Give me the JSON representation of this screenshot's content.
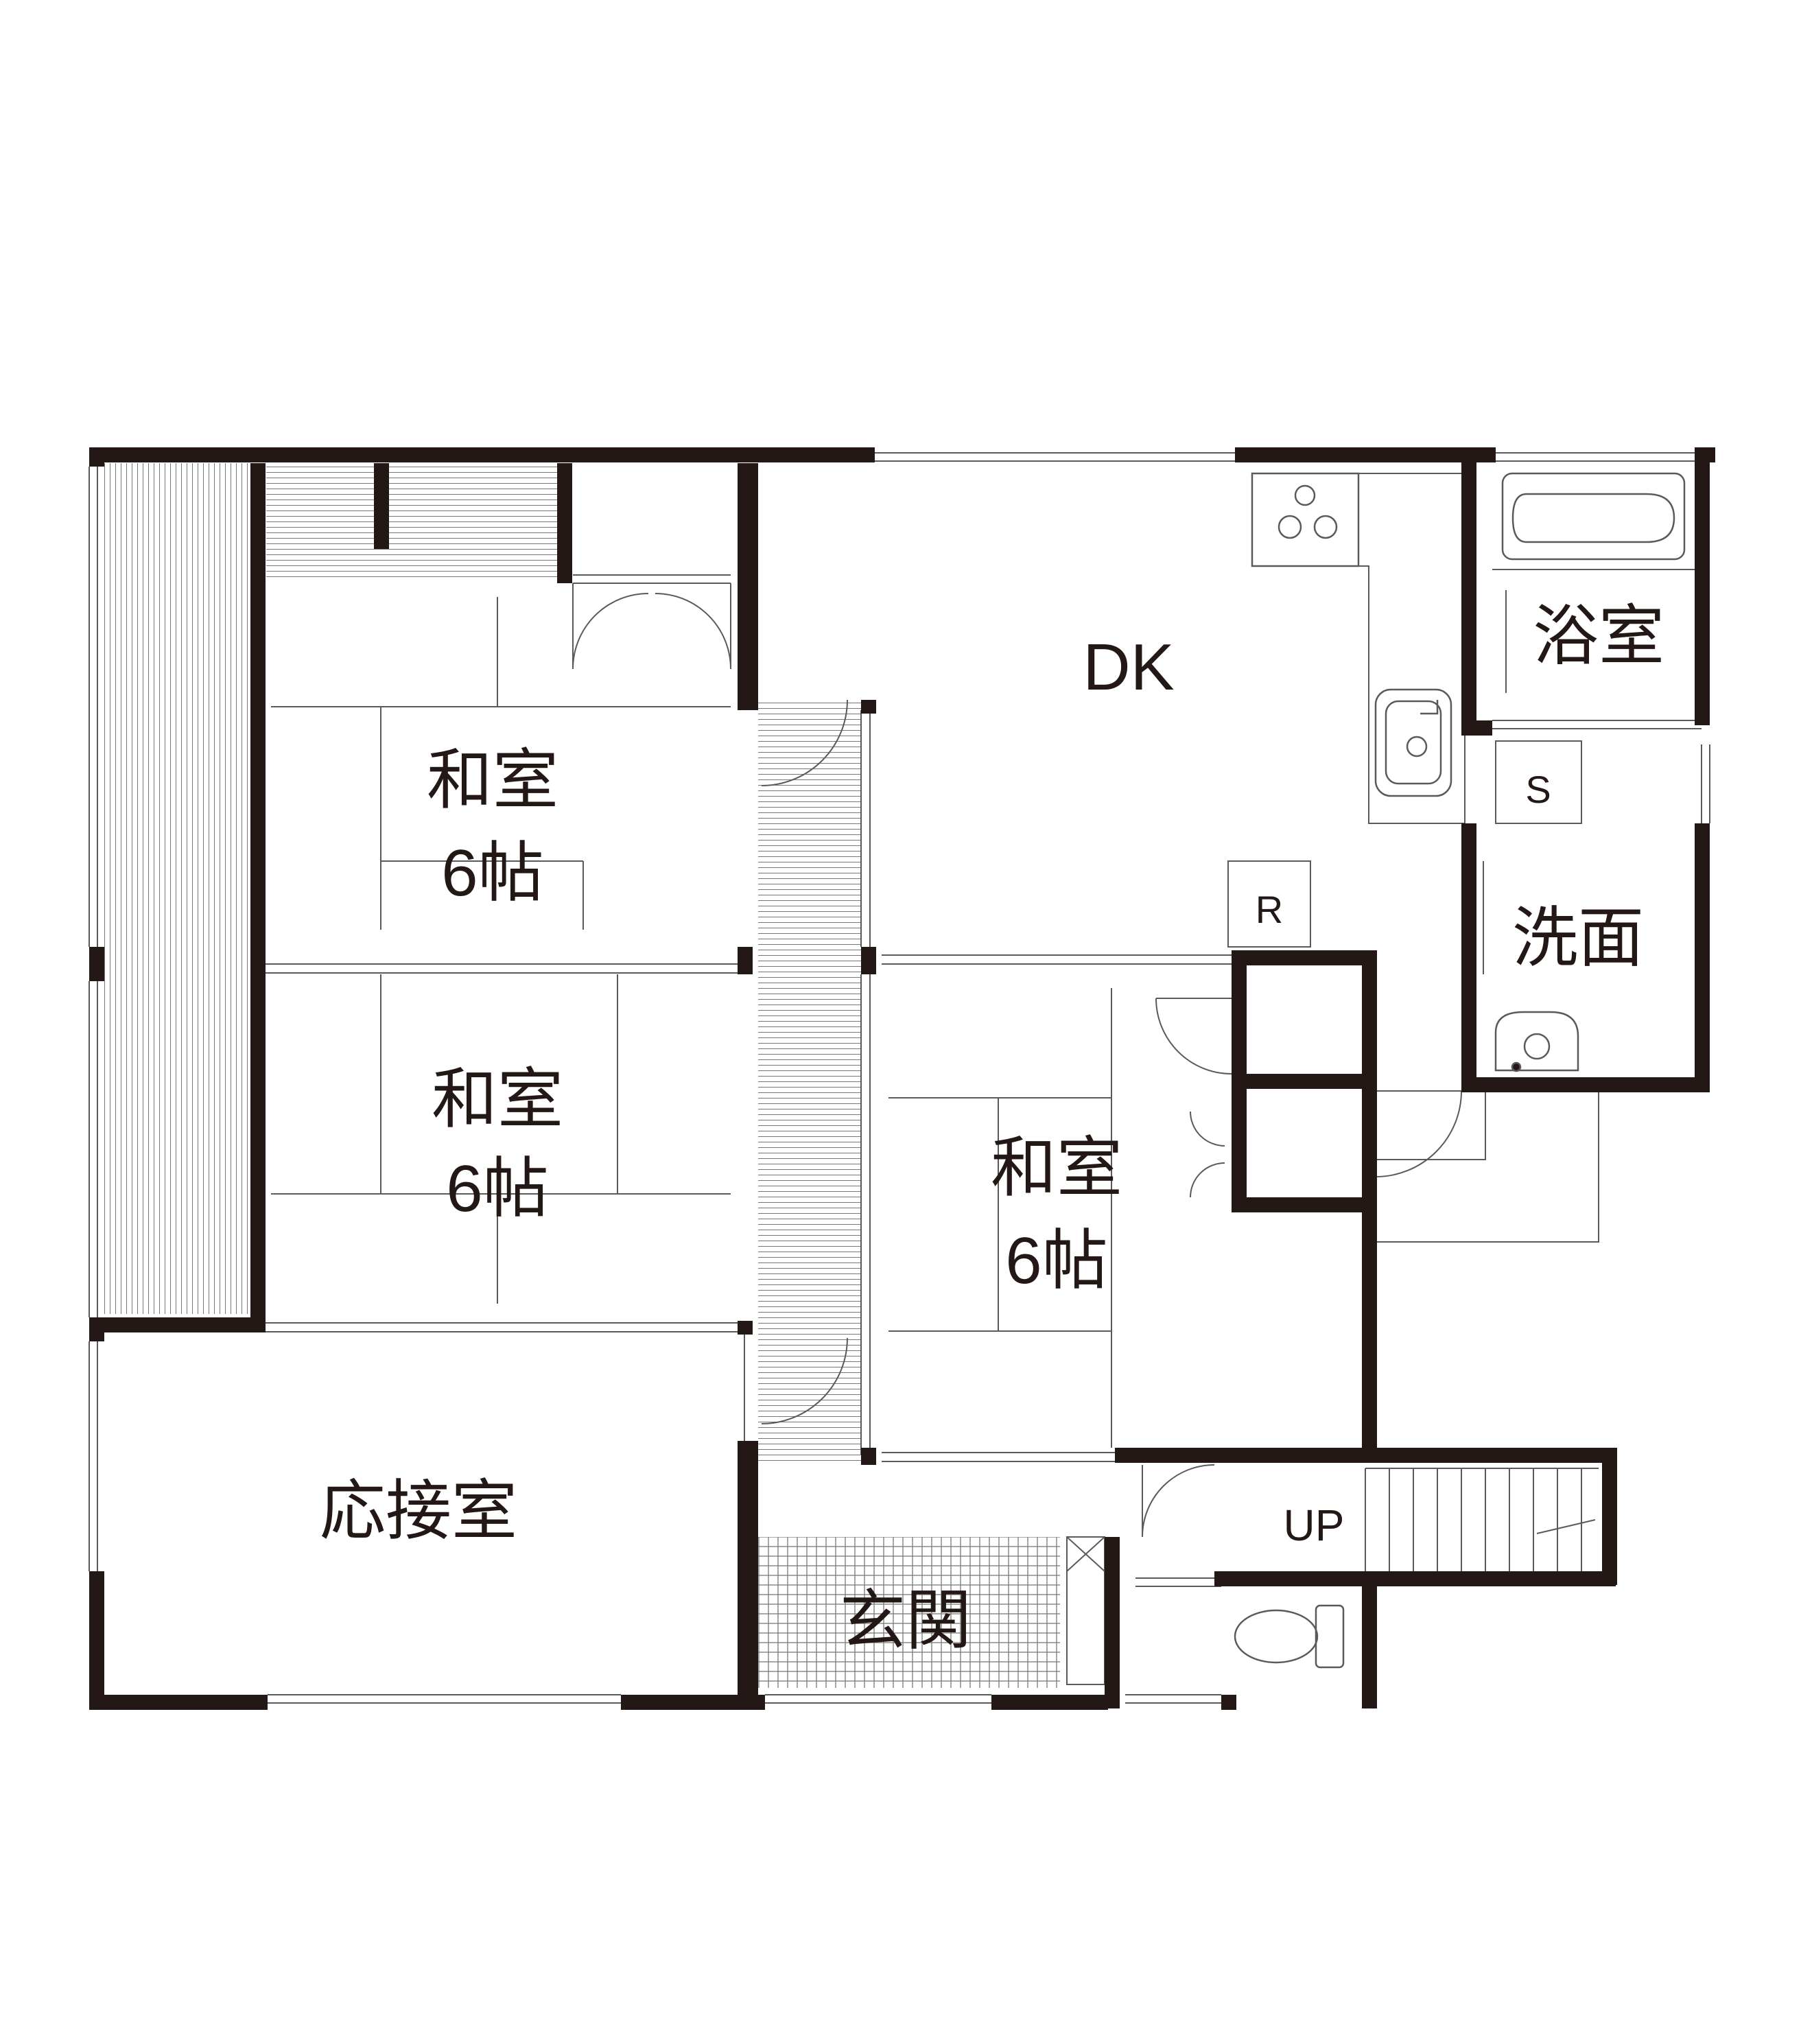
{
  "rooms": {
    "washitsu_left_upper": {
      "line1": "和室",
      "line2": "6帖"
    },
    "washitsu_left_lower": {
      "line1": "和室",
      "line2": "6帖"
    },
    "washitsu_center": {
      "line1": "和室",
      "line2": "6帖"
    },
    "dk": "DK",
    "bath": "浴室",
    "wash": "洗面",
    "reception": "応接室",
    "entrance": "玄関"
  },
  "fixtures": {
    "refrigerator": "R",
    "storage": "S",
    "stairs": "UP"
  },
  "colors": {
    "wall": "#231815",
    "line": "#5a5a5a",
    "background": "#ffffff"
  }
}
